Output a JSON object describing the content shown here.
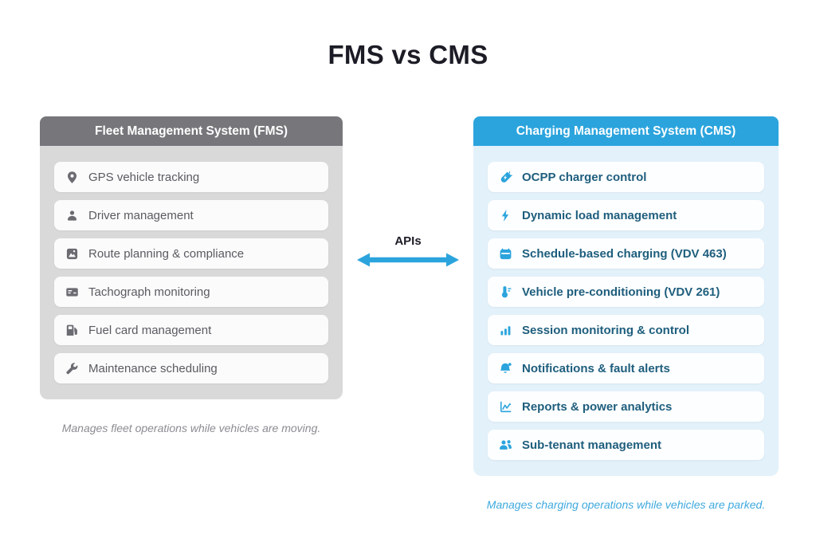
{
  "title": "FMS vs CMS",
  "connector": {
    "label": "APIs"
  },
  "fms": {
    "header": "Fleet Management System (FMS)",
    "items": [
      {
        "icon": "location-pin-icon",
        "label": "GPS vehicle tracking"
      },
      {
        "icon": "person-icon",
        "label": "Driver management"
      },
      {
        "icon": "map-route-icon",
        "label": "Route planning & compliance"
      },
      {
        "icon": "tachograph-card-icon",
        "label": "Tachograph monitoring"
      },
      {
        "icon": "fuel-pump-icon",
        "label": "Fuel card management"
      },
      {
        "icon": "wrench-icon",
        "label": "Maintenance scheduling"
      }
    ],
    "caption": "Manages fleet operations while vehicles are moving."
  },
  "cms": {
    "header": "Charging Management System (CMS)",
    "items": [
      {
        "icon": "ev-charger-icon",
        "label": "OCPP charger control"
      },
      {
        "icon": "lightning-bolt-icon",
        "label": "Dynamic load management"
      },
      {
        "icon": "calendar-icon",
        "label": "Schedule-based charging (VDV 463)"
      },
      {
        "icon": "thermometer-icon",
        "label": "Vehicle pre-conditioning (VDV 261)"
      },
      {
        "icon": "bar-chart-icon",
        "label": "Session monitoring & control"
      },
      {
        "icon": "bell-icon",
        "label": "Notifications & fault alerts"
      },
      {
        "icon": "line-chart-icon",
        "label": "Reports & power analytics"
      },
      {
        "icon": "people-icon",
        "label": "Sub-tenant management"
      }
    ],
    "caption": "Manages charging operations while vehicles are parked."
  },
  "colors": {
    "title": "#1c1c26",
    "arrow": "#2ba4dd",
    "header_text": "#ffffff",
    "fms_header_bg": "#77767b",
    "fms_panel_bg": "#d9d9d9",
    "fms_card_bg": "#fbfbfb",
    "fms_text": "#5a5a62",
    "fms_icon": "#6b6b72",
    "fms_caption": "#8c8c93",
    "cms_header_bg": "#2ba4dd",
    "cms_panel_bg": "#e3f1fa",
    "cms_card_bg": "#fdfeff",
    "cms_text": "#1e5e7d",
    "cms_icon": "#2ba4dd",
    "cms_caption": "#3fa9de"
  }
}
